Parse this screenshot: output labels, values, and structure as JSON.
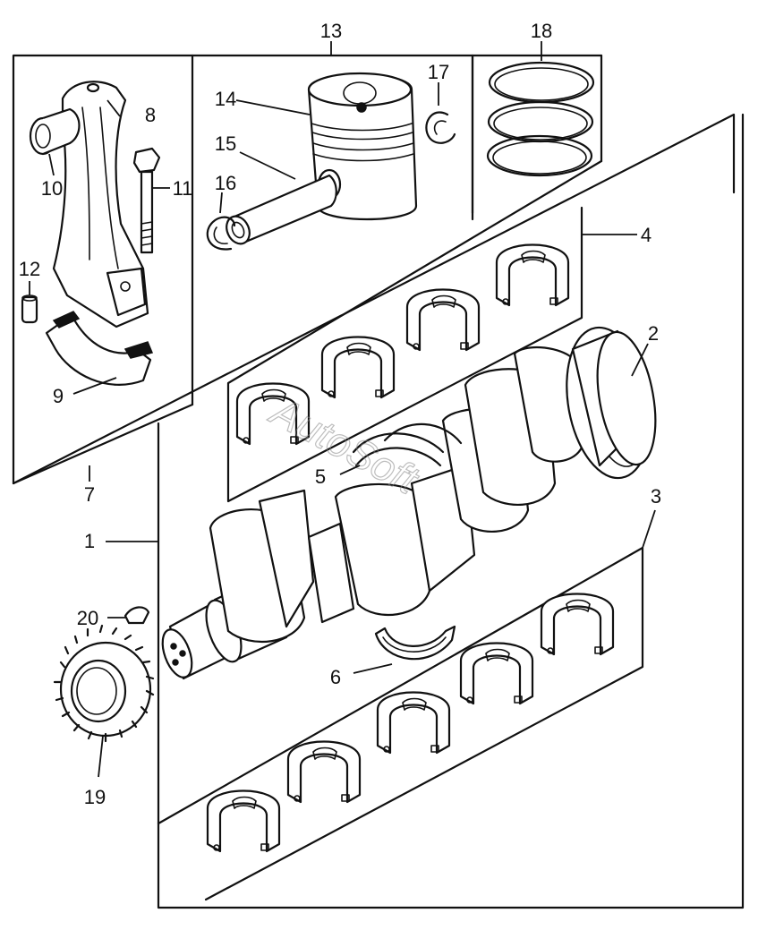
{
  "watermark": "AutoSoft",
  "callouts": {
    "c1": "1",
    "c2": "2",
    "c3": "3",
    "c4": "4",
    "c5": "5",
    "c6": "6",
    "c7": "7",
    "c8": "8",
    "c9": "9",
    "c10": "10",
    "c11": "11",
    "c12": "12",
    "c13": "13",
    "c14": "14",
    "c15": "15",
    "c16": "16",
    "c17": "17",
    "c18": "18",
    "c19": "19",
    "c20": "20"
  },
  "colors": {
    "ink": "#111111",
    "paper": "#ffffff",
    "watermark": "#888888"
  }
}
